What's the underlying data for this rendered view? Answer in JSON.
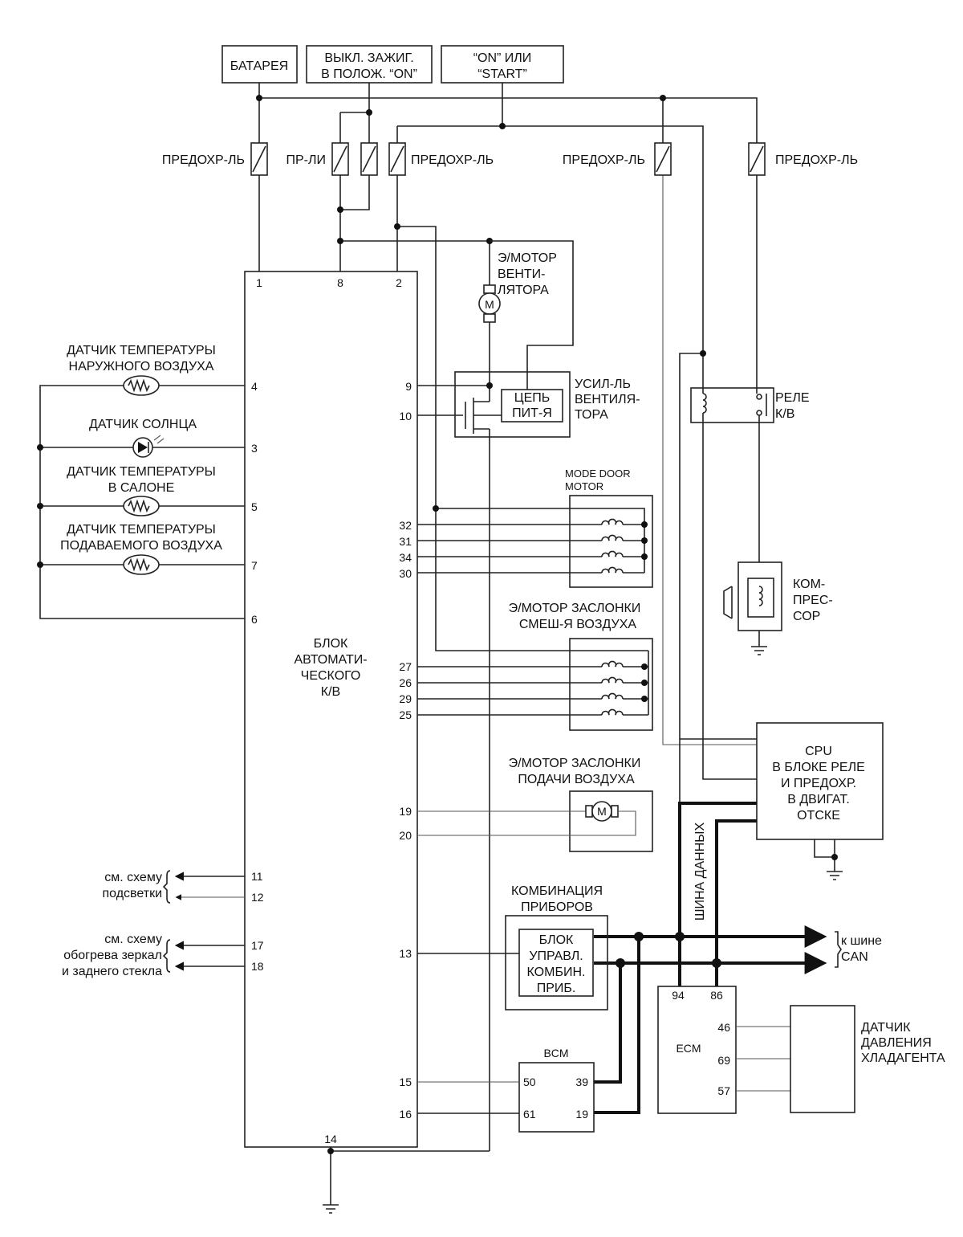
{
  "supply": {
    "battery": "БАТАРЕЯ",
    "ign_l1": "ВЫКЛ. ЗАЖИГ.",
    "ign_l2": "В ПОЛОЖ. “ON”",
    "start_l1": "“ON” ИЛИ",
    "start_l2": "“START”"
  },
  "fuses": {
    "f1": "ПРЕДОХР-ЛЬ",
    "f2": "ПР-ЛИ",
    "f3": "ПРЕДОХР-ЛЬ",
    "f4": "ПРЕДОХР-ЛЬ",
    "f5": "ПРЕДОХР-ЛЬ"
  },
  "main_unit": {
    "l1": "БЛОК",
    "l2": "АВТОМАТИ-",
    "l3": "ЧЕСКОГО",
    "l4": "К/В"
  },
  "pins": {
    "p1": "1",
    "p8": "8",
    "p2": "2",
    "p4": "4",
    "p3": "3",
    "p5": "5",
    "p7": "7",
    "p6": "6",
    "p9": "9",
    "p10": "10",
    "p32": "32",
    "p31": "31",
    "p34": "34",
    "p30": "30",
    "p27": "27",
    "p26": "26",
    "p29": "29",
    "p25": "25",
    "p19": "19",
    "p20": "20",
    "p11": "11",
    "p12": "12",
    "p17": "17",
    "p18": "18",
    "p13": "13",
    "p15": "15",
    "p16": "16",
    "p14": "14"
  },
  "sensors": {
    "ambient_l1": "ДАТЧИК ТЕМПЕРАТУРЫ",
    "ambient_l2": "НАРУЖНОГО ВОЗДУХА",
    "sun": "ДАТЧИК СОЛНЦА",
    "incar_l1": "ДАТЧИК ТЕМПЕРАТУРЫ",
    "incar_l2": "В САЛОНЕ",
    "intake_l1": "ДАТЧИК ТЕМПЕРАТУРЫ",
    "intake_l2": "ПОДАВАЕМОГО ВОЗДУХА"
  },
  "fan_motor": {
    "l1": "Э/МОТОР",
    "l2": "ВЕНТИ-",
    "l3": "ЛЯТОРА",
    "symbol": "M"
  },
  "fan_amp": {
    "l1": "УСИЛ-ЛЬ",
    "l2": "ВЕНТИЛЯ-",
    "l3": "ТОРА",
    "inner_l1": "ЦЕПЬ",
    "inner_l2": "ПИТ-Я"
  },
  "mode_motor": {
    "l1": "MODE DOOR",
    "l2": "MOTOR"
  },
  "mix_motor": {
    "l1": "Э/МОТОР ЗАСЛОНКИ",
    "l2": "СМЕШ-Я ВОЗДУХА"
  },
  "intake_motor": {
    "l1": "Э/МОТОР ЗАСЛОНКИ",
    "l2": "ПОДАЧИ  ВОЗДУХА",
    "symbol": "M"
  },
  "relay": {
    "l1": "РЕЛЕ",
    "l2": "К/В"
  },
  "compressor": {
    "l1": "КОМ-",
    "l2": "ПРЕС-",
    "l3": "СОР"
  },
  "cpu": {
    "l1": "CPU",
    "l2": "В БЛОКЕ РЕЛЕ",
    "l3": "И  ПРЕДОХР.",
    "l4": "В ДВИГАТ.",
    "l5": "ОТСКЕ"
  },
  "data_bus": "ШИНА ДАННЫХ",
  "cluster": {
    "l1": "КОМБИНАЦИЯ",
    "l2": "ПРИБОРОВ",
    "inner_l1": "БЛОК",
    "inner_l2": "УПРАВЛ.",
    "inner_l3": "КОМБИН.",
    "inner_l4": "ПРИБ."
  },
  "can": {
    "l1": "к шине",
    "l2": "CAN"
  },
  "ecm": {
    "name": "ECM",
    "p94": "94",
    "p86": "86",
    "p46": "46",
    "p69": "69",
    "p57": "57"
  },
  "pressure": {
    "l1": "ДАТЧИК",
    "l2": "ДАВЛЕНИЯ",
    "l3": "ХЛАДАГЕНТА"
  },
  "bcm": {
    "name": "BCM",
    "p50": "50",
    "p39": "39",
    "p61": "61",
    "p19": "19"
  },
  "refs": {
    "illum_l1": "см. схему",
    "illum_l2": "подсветки",
    "defog_l1": "см. схему",
    "defog_l2": "обогрева зеркал",
    "defog_l3": "и  заднего стекла"
  },
  "colors": {
    "line": "#222222",
    "background": "#ffffff"
  }
}
